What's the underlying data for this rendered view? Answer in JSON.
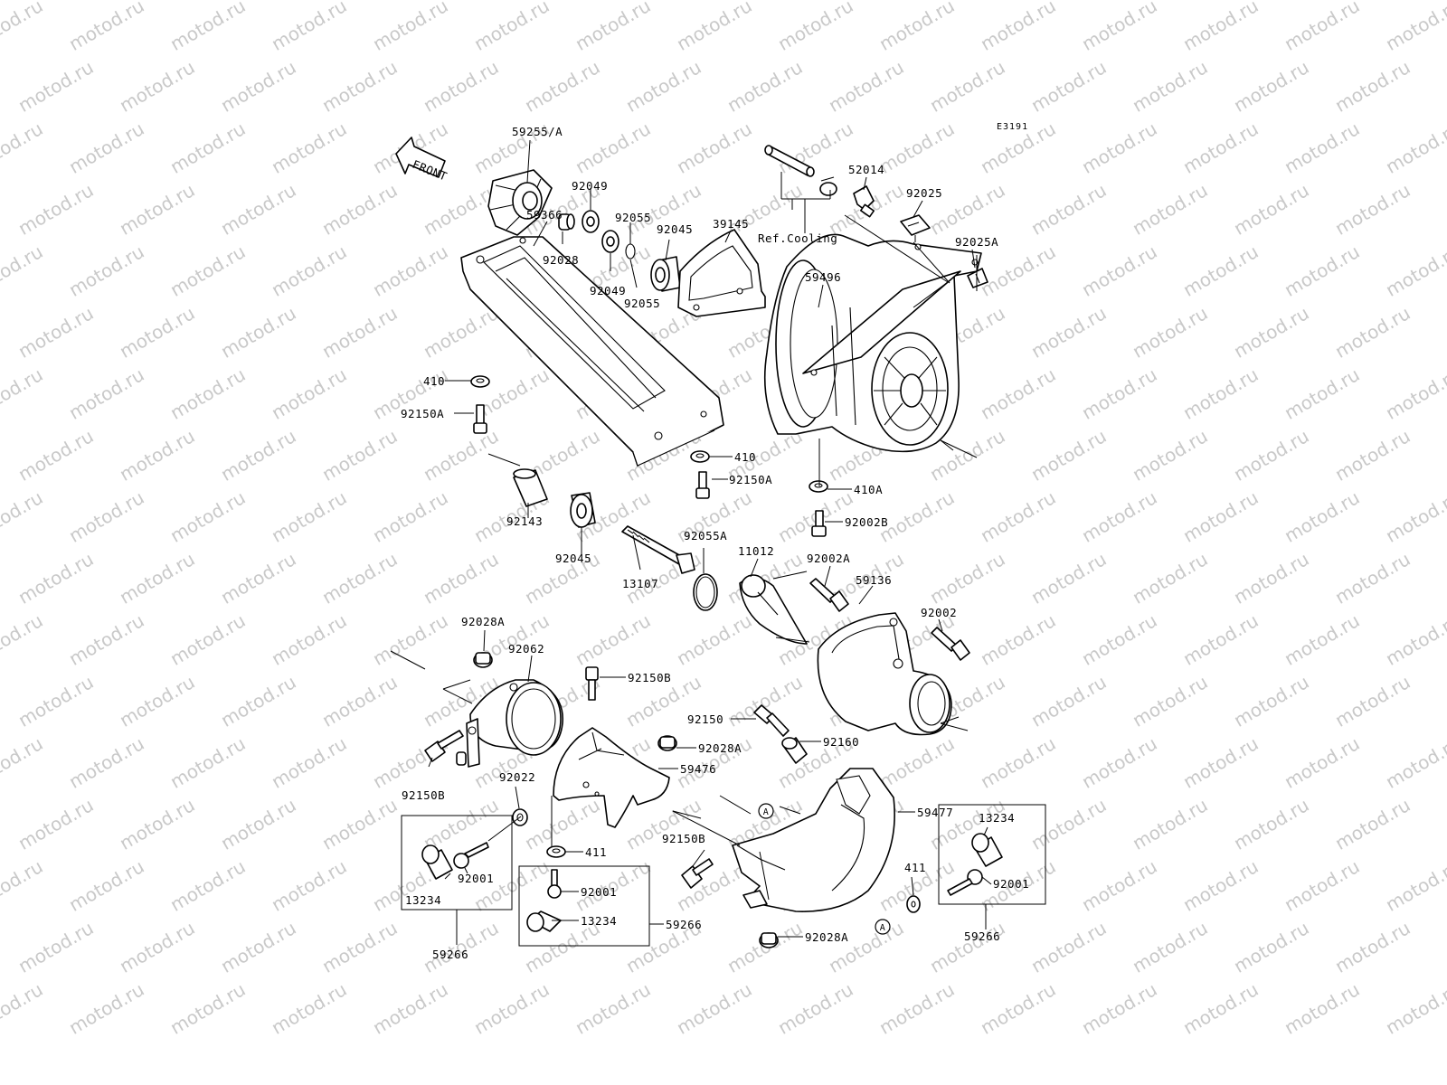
{
  "watermark": "motod.ru",
  "diagram_code": "E3191",
  "front_label": "FRONT",
  "ref_label": "Ref.Cooling",
  "labels": {
    "p59255A": "59255/A",
    "p92049a": "92049",
    "p92028": "92028",
    "p92055a": "92055",
    "p92049b": "92049",
    "p92045a": "92045",
    "p92055b": "92055",
    "p39145": "39145",
    "p59366": "59366",
    "p52014": "52014",
    "p92025": "92025",
    "p92025A": "92025A",
    "p59496": "59496",
    "p410a": "410",
    "p92150Aa": "92150A",
    "p410b": "410",
    "p92150Ab": "92150A",
    "p410A": "410A",
    "p92143": "92143",
    "p92045b": "92045",
    "p92002B": "92002B",
    "p92055A": "92055A",
    "p11012": "11012",
    "p92002A": "92002A",
    "p59136": "59136",
    "p13107": "13107",
    "p92002": "92002",
    "p92028Aa": "92028A",
    "p92062": "92062",
    "p92150Ba": "92150B",
    "p92150": "92150",
    "p92160": "92160",
    "p92028Ab": "92028A",
    "p59476": "59476",
    "p92150Bb": "92150B",
    "p92022": "92022",
    "p59477": "59477",
    "p13234a": "13234",
    "p92001a": "92001",
    "p13234b": "13234",
    "p59266a": "59266",
    "p92150Bc": "92150B",
    "p92001b": "92001",
    "p13234c": "13234",
    "p59266b": "59266",
    "p411a": "411",
    "p411b": "411",
    "p92001c": "92001",
    "p59266c": "59266",
    "p92028Ac": "92028A"
  },
  "callouts": [
    "A",
    "A"
  ]
}
